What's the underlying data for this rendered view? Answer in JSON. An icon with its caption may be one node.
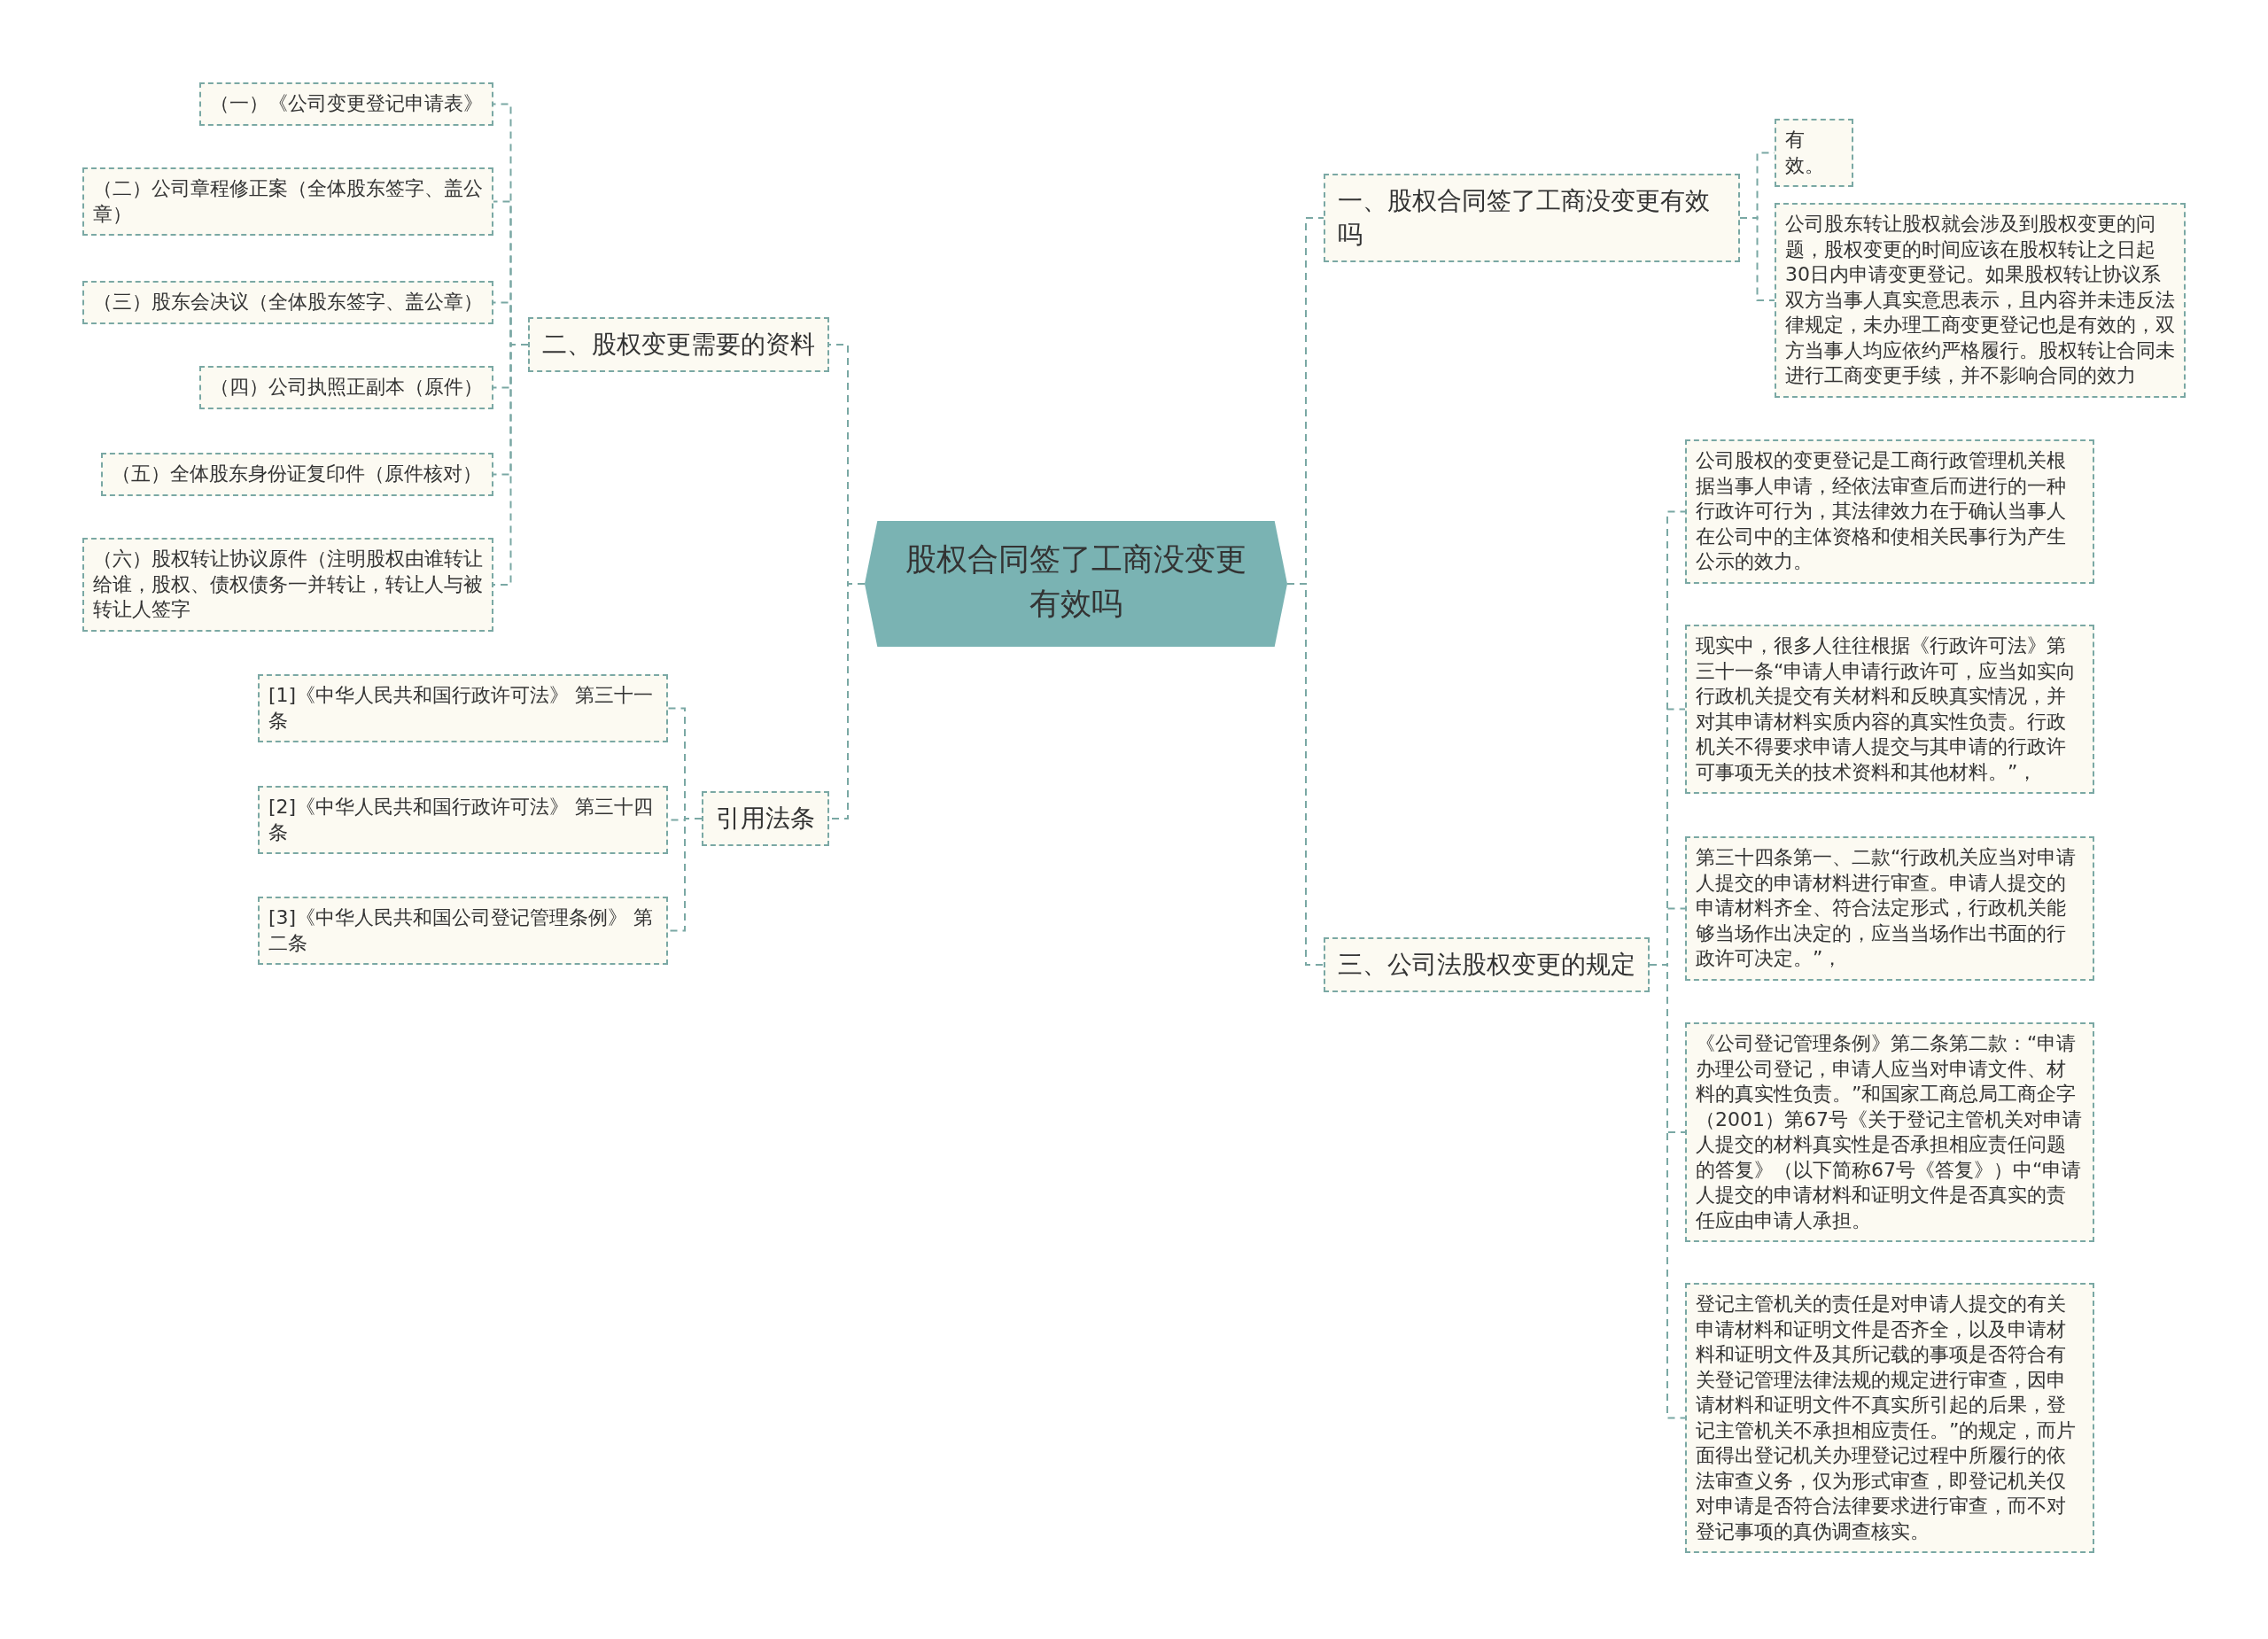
{
  "diagram": {
    "nodes": [
      {
        "text": [
          "股权合同签了工商没变更有效吗"
        ]
      },
      {
        "text": [
          "一、股权合同签了工商没变更有效吗"
        ]
      },
      {
        "text": [
          "有效。"
        ]
      },
      {
        "text": [
          "公司股东转让股权就会涉及到股权变更的问题，股权变更的时间应该在股权转让之日起30日内申请变更登记。如果股权转让协议系双方当事人真实意思表示，且内容并未违反法律规定，未办理工商变更登记也是有效的，双方当事人均应依约严格履行。股权转让合同未进行工商变更手续，并不影响合同的效力"
        ]
      },
      {
        "text": [
          "二、股权变更需要的资料"
        ]
      },
      {
        "text": [
          "（一）《公司变更登记申请表》"
        ]
      },
      {
        "text": [
          "（二）公司章程修正案（全体股东签字、盖公章）"
        ]
      },
      {
        "text": [
          "（三）股东会决议（全体股东签字、盖公章）"
        ]
      },
      {
        "text": [
          "（四）公司执照正副本（原件）"
        ]
      },
      {
        "text": [
          "（五）全体股东身份证复印件（原件核对）"
        ]
      },
      {
        "text": [
          "（六）股权转让协议原件（注明股权由谁转让给谁，股权、债权债务一并转让，转让人与被转让人签字"
        ]
      },
      {
        "text": [
          "引用法条"
        ]
      },
      {
        "text": [
          "[1]《中华人民共和国行政许可法》 第三十一条"
        ]
      },
      {
        "text": [
          "[2]《中华人民共和国行政许可法》 第三十四条"
        ]
      },
      {
        "text": [
          "[3]《中华人民共和国公司登记管理条例》 第二条"
        ]
      },
      {
        "text": [
          "三、公司法股权变更的规定"
        ]
      },
      {
        "text": [
          "公司股权的变更登记是工商行政管理机关根据当事人申请，经依法审查后而进行的一种行政许可行为，其法律效力在于确认当事人在公司中的主体资格和使相关民事行为产生公示的效力。"
        ]
      },
      {
        "text": [
          "现实中，很多人往往根据《行政许可法》第三十一条“申请人申请行政许可，应当如实向行政机关提交有关材料和反映真实情况，并对其申请材料实质内容的真实性负责。行政机关不得要求申请人提交与其申请的行政许可事项无关的技术资料和其他材料。”，"
        ]
      },
      {
        "text": [
          "第三十四条第一、二款“行政机关应当对申请人提交的申请材料进行审查。申请人提交的申请材料齐全、符合法定形式，行政机关能够当场作出决定的，应当当场作出书面的行政许可决定。”，"
        ]
      },
      {
        "text": [
          "《公司登记管理条例》第二条第二款：“申请办理公司登记，申请人应当对申请文件、材料的真实性负责。”和国家工商总局工商企字（2001）第67号《关于登记主管机关对申请人提交的材料真实性是否承担相应责任问题的答复》（以下简称67号《答复》）中“申请人提交的申请材料和证明文件是否真实的责任应由申请人承担。"
        ]
      },
      {
        "text": [
          "登记主管机关的责任是对申请人提交的有关申请材料和证明文件是否齐全，以及申请材料和证明文件及其所记载的事项是否符合有关登记管理法律法规的规定进行审查，因申请材料和证明文件不真实所引起的后果，登记主管机关不承担相应责任。”的规定，而片面得出登记机关办理登记过程中所履行的依法审查义务，仅为形式审查，即登记机关仅对申请是否符合法律要求进行审查，而不对登记事项的真伪调查核实。"
        ]
      }
    ],
    "edges": [
      {
        "from": 0,
        "to": 1,
        "arrow": "none"
      },
      {
        "from": 1,
        "to": 2,
        "arrow": "none"
      },
      {
        "from": 1,
        "to": 3,
        "arrow": "none"
      },
      {
        "from": 0,
        "to": 4,
        "arrow": "none"
      },
      {
        "from": 4,
        "to": 5,
        "arrow": "none"
      },
      {
        "from": 4,
        "to": 6,
        "arrow": "none"
      },
      {
        "from": 4,
        "to": 7,
        "arrow": "none"
      },
      {
        "from": 4,
        "to": 8,
        "arrow": "none"
      },
      {
        "from": 4,
        "to": 9,
        "arrow": "none"
      },
      {
        "from": 4,
        "to": 10,
        "arrow": "none"
      },
      {
        "from": 0,
        "to": 11,
        "arrow": "none"
      },
      {
        "from": 11,
        "to": 12,
        "arrow": "none"
      },
      {
        "from": 11,
        "to": 13,
        "arrow": "none"
      },
      {
        "from": 11,
        "to": 14,
        "arrow": "none"
      },
      {
        "from": 0,
        "to": 15,
        "arrow": "none"
      },
      {
        "from": 15,
        "to": 16,
        "arrow": "none"
      },
      {
        "from": 15,
        "to": 17,
        "arrow": "none"
      },
      {
        "from": 15,
        "to": 18,
        "arrow": "none"
      },
      {
        "from": 15,
        "to": 19,
        "arrow": "none"
      },
      {
        "from": 15,
        "to": 20,
        "arrow": "none"
      }
    ]
  }
}
